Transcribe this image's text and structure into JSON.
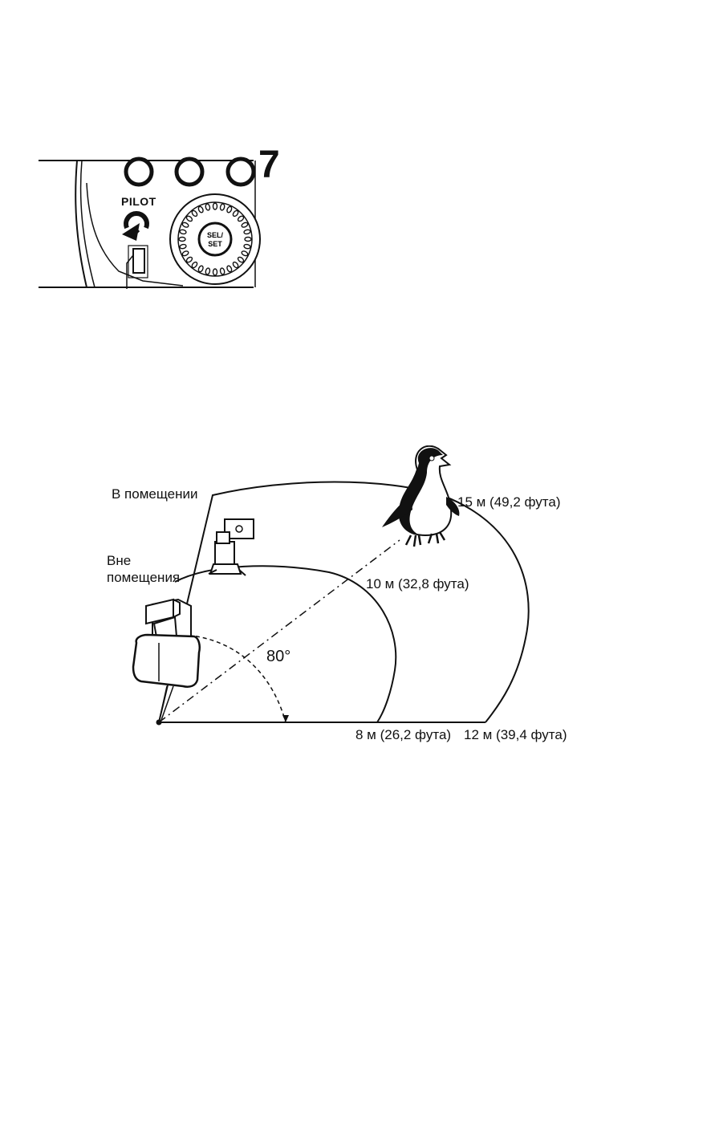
{
  "top_figure": {
    "step_number": "7",
    "button_label": "PILOT",
    "dial_button_label_line1": "SEL/",
    "dial_button_label_line2": "SET"
  },
  "diagram": {
    "label_indoors": "В помещении",
    "label_outdoors": "Вне помещения",
    "angle_label": "80°",
    "ranges": {
      "outer_arc": "15 м (49,2 фута)",
      "inner_arc": "10 м (32,8 фута)",
      "inner_base": "8 м (26,2 фута)",
      "outer_base": "12 м (39,4 фута)"
    },
    "icons": [
      "flash-unit-icon",
      "master-flash-camera-icon",
      "penguin-icon"
    ]
  }
}
